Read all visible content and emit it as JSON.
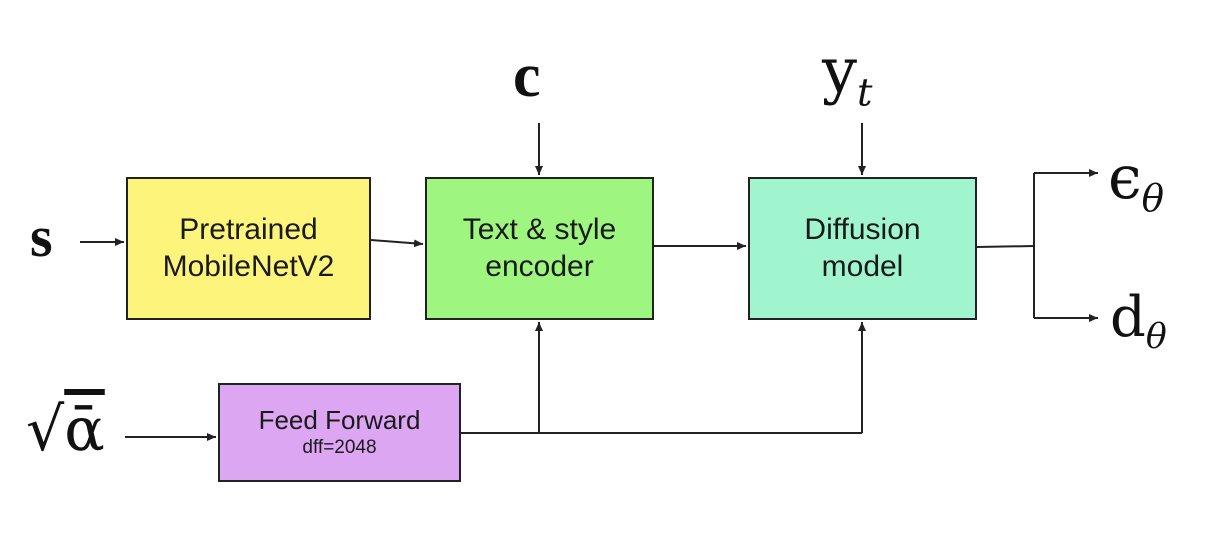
{
  "blocks": {
    "mobilenet": {
      "line1": "Pretrained",
      "line2": "MobileNetV2",
      "color": "#fdf57b"
    },
    "encoder": {
      "line1": "Text & style",
      "line2": "encoder",
      "color": "#9ef580"
    },
    "diffusion": {
      "line1": "Diffusion",
      "line2": "model",
      "color": "#a0f5cf"
    },
    "feedforward": {
      "line1": "Feed Forward",
      "line2": "dff=2048",
      "color": "#dca6f2"
    }
  },
  "symbols": {
    "s": "s",
    "c": "c",
    "y": "y",
    "y_sub": "t",
    "epsilon": "ϵ",
    "epsilon_sub": "θ",
    "d": "d",
    "d_sub": "θ",
    "sqrt": "√",
    "alpha": "ᾱ"
  },
  "colors": {
    "stroke": "#222222"
  }
}
